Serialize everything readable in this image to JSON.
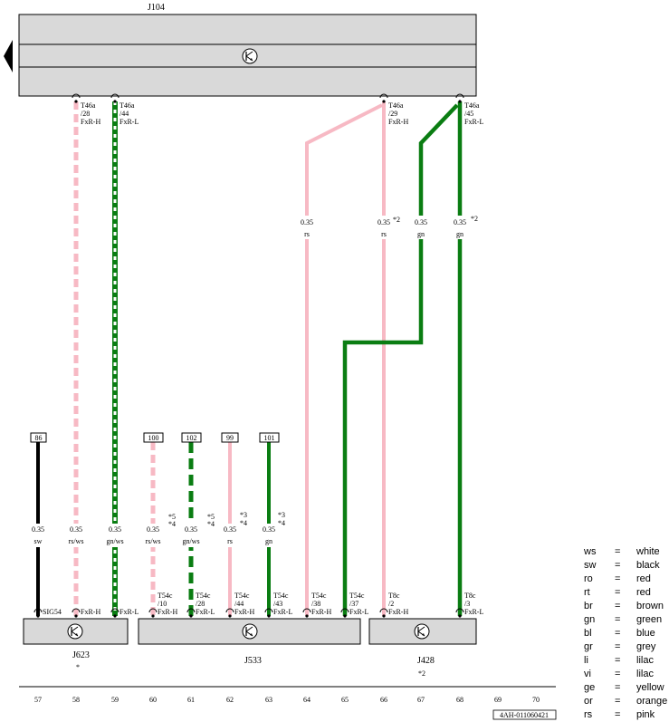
{
  "controllers": {
    "top": "J104",
    "bottom_left": "J623",
    "bottom_left_note": "*",
    "bottom_mid": "J533",
    "bottom_right": "J428",
    "bottom_right_note": "*2"
  },
  "top_connectors": [
    {
      "pin": "T46a",
      "num": "/28",
      "sig": "FxR-H"
    },
    {
      "pin": "T46a",
      "num": "/44",
      "sig": "FxR-L"
    },
    {
      "pin": "T46a",
      "num": "/29",
      "sig": "FxR-H"
    },
    {
      "pin": "T46a",
      "num": "/45",
      "sig": "FxR-L"
    }
  ],
  "upper_wire_labels": [
    {
      "size": "0.35",
      "color": "rs",
      "note": ""
    },
    {
      "size": "0.35",
      "color": "rs",
      "note": "*2"
    },
    {
      "size": "0.35",
      "color": "gn",
      "note": ""
    },
    {
      "size": "0.35",
      "color": "gn",
      "note": "*2"
    }
  ],
  "boxes": [
    "86",
    "100",
    "102",
    "99",
    "101"
  ],
  "lower_wire_labels": [
    {
      "size": "0.35",
      "color": "sw",
      "n1": "",
      "n2": ""
    },
    {
      "size": "0.35",
      "color": "rs/ws",
      "n1": "",
      "n2": ""
    },
    {
      "size": "0.35",
      "color": "gn/ws",
      "n1": "",
      "n2": ""
    },
    {
      "size": "0.35",
      "color": "rs/ws",
      "n1": "*5",
      "n2": "*4"
    },
    {
      "size": "0.35",
      "color": "gn/ws",
      "n1": "*5",
      "n2": "*4"
    },
    {
      "size": "0.35",
      "color": "rs",
      "n1": "*3",
      "n2": "*4"
    },
    {
      "size": "0.35",
      "color": "gn",
      "n1": "*3",
      "n2": "*4"
    }
  ],
  "bottom_connectors": [
    {
      "a": "",
      "b": "SIG54"
    },
    {
      "a": "",
      "b": "FxR-H"
    },
    {
      "a": "",
      "b": "FxR-L"
    },
    {
      "a": "T54c",
      "num": "/10",
      "b": "FxR-H"
    },
    {
      "a": "T54c",
      "num": "/28",
      "b": "FxR-L"
    },
    {
      "a": "T54c",
      "num": "/44",
      "b": "FxR-H"
    },
    {
      "a": "T54c",
      "num": "/43",
      "b": "FxR-L"
    },
    {
      "a": "T54c",
      "num": "/38",
      "b": "FxR-H"
    },
    {
      "a": "T54c",
      "num": "/37",
      "b": "FxR-L"
    },
    {
      "a": "T8c",
      "num": "/2",
      "b": "FxR-H"
    },
    {
      "a": "T8c",
      "num": "/3",
      "b": "FxR-L"
    }
  ],
  "track_numbers": [
    "57",
    "58",
    "59",
    "60",
    "61",
    "62",
    "63",
    "64",
    "65",
    "66",
    "67",
    "68",
    "69",
    "70"
  ],
  "doc_ref": "4AH-011060421",
  "legend": [
    {
      "code": "ws",
      "eq": "=",
      "name": "white"
    },
    {
      "code": "sw",
      "eq": "=",
      "name": "black"
    },
    {
      "code": "ro",
      "eq": "=",
      "name": "red"
    },
    {
      "code": "rt",
      "eq": "=",
      "name": "red"
    },
    {
      "code": "br",
      "eq": "=",
      "name": "brown"
    },
    {
      "code": "gn",
      "eq": "=",
      "name": "green"
    },
    {
      "code": "bl",
      "eq": "=",
      "name": "blue"
    },
    {
      "code": "gr",
      "eq": "=",
      "name": "grey"
    },
    {
      "code": "li",
      "eq": "=",
      "name": "lilac"
    },
    {
      "code": "vi",
      "eq": "=",
      "name": "lilac"
    },
    {
      "code": "ge",
      "eq": "=",
      "name": "yellow"
    },
    {
      "code": "or",
      "eq": "=",
      "name": "orange"
    },
    {
      "code": "rs",
      "eq": "=",
      "name": "pink"
    }
  ],
  "colors": {
    "pink": "#f7b9c4",
    "green": "#0a7d12",
    "black": "#000000",
    "box_fill": "#d9d9d9"
  }
}
